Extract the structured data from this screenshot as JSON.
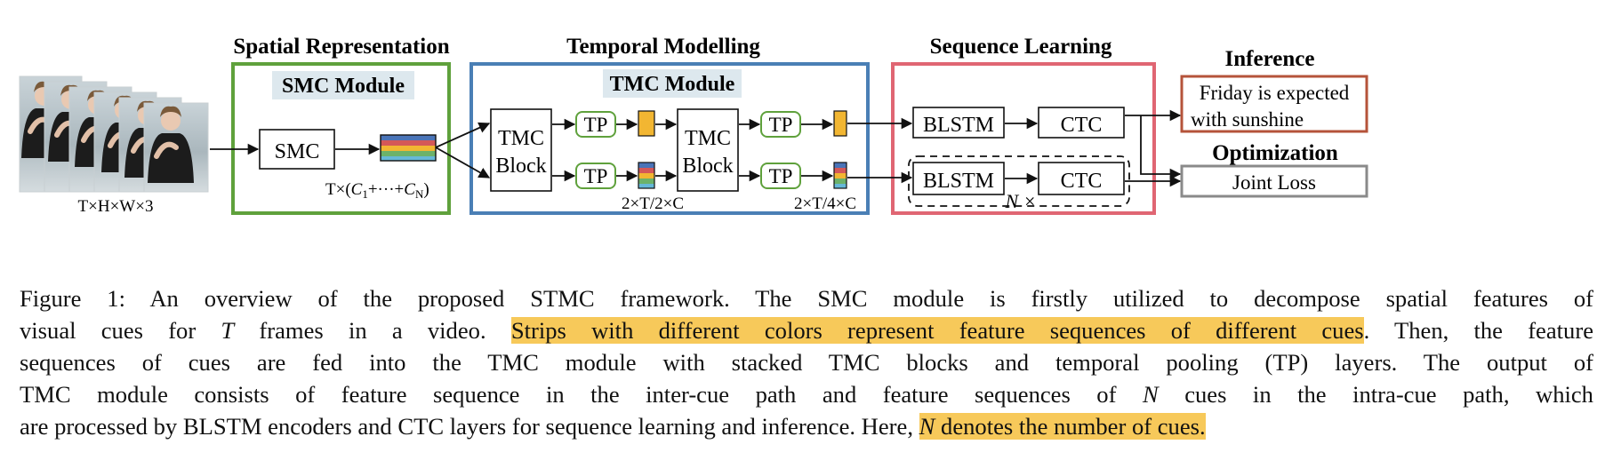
{
  "figure": {
    "sections": {
      "spatial": "Spatial Representation",
      "temporal": "Temporal Modelling",
      "sequence": "Sequence Learning",
      "inference": "Inference",
      "optimization": "Optimization"
    },
    "modules": {
      "smc_module": "SMC Module",
      "tmc_module": "TMC Module"
    },
    "blocks": {
      "smc": "SMC",
      "tmc_line1": "TMC",
      "tmc_line2": "Block",
      "tp": "TP",
      "blstm": "BLSTM",
      "ctc": "CTC",
      "repeat": "N ×"
    },
    "dims": {
      "input": "T×H×W×3",
      "smc_out_prefix": "T×(",
      "smc_out_c1": "C",
      "smc_out_sub1": "1",
      "smc_out_mid": "+···+",
      "smc_out_cn": "C",
      "smc_out_subn": "N",
      "smc_out_suffix": ")",
      "half": "2×T/2×C",
      "quarter": "2×T/4×C"
    },
    "outputs": {
      "inference_line1": "Friday is expected",
      "inference_line2": "with sunshine",
      "joint_loss": "Joint Loss"
    },
    "colors": {
      "spatial_border": "#5fa13c",
      "temporal_border": "#4a7fb5",
      "sequence_border": "#e06673",
      "inference_border": "#b5533a",
      "optimization_border": "#8a8a8a",
      "module_label_bg": "#dde8ee",
      "tp_border": "#5fa13c",
      "inter_cue_feature": "#f2b632",
      "cue_strips": [
        "#4a74b8",
        "#d45858",
        "#f2b632",
        "#6cb26a",
        "#66b8d8"
      ]
    }
  },
  "caption": {
    "l1": "Figure 1: An overview of the proposed STMC framework. The SMC module is firstly utilized to decompose spatial features of",
    "l2a": "visual cues for ",
    "l2b": "T",
    "l2c": " frames in a video. ",
    "l2d": "Strips with different colors represent feature sequences of different cues",
    "l2e": ". Then, the feature",
    "l3": "sequences of cues are fed into the TMC module with stacked TMC blocks and temporal pooling (TP) layers. The output of",
    "l4a": "TMC module consists of feature sequence in the inter-cue path and feature sequences of ",
    "l4b": "N",
    "l4c": " cues in the intra-cue path, which",
    "l5a": "are processed by BLSTM encoders and CTC layers for sequence learning and inference. Here, ",
    "l5b": "N denotes the number of cues."
  }
}
